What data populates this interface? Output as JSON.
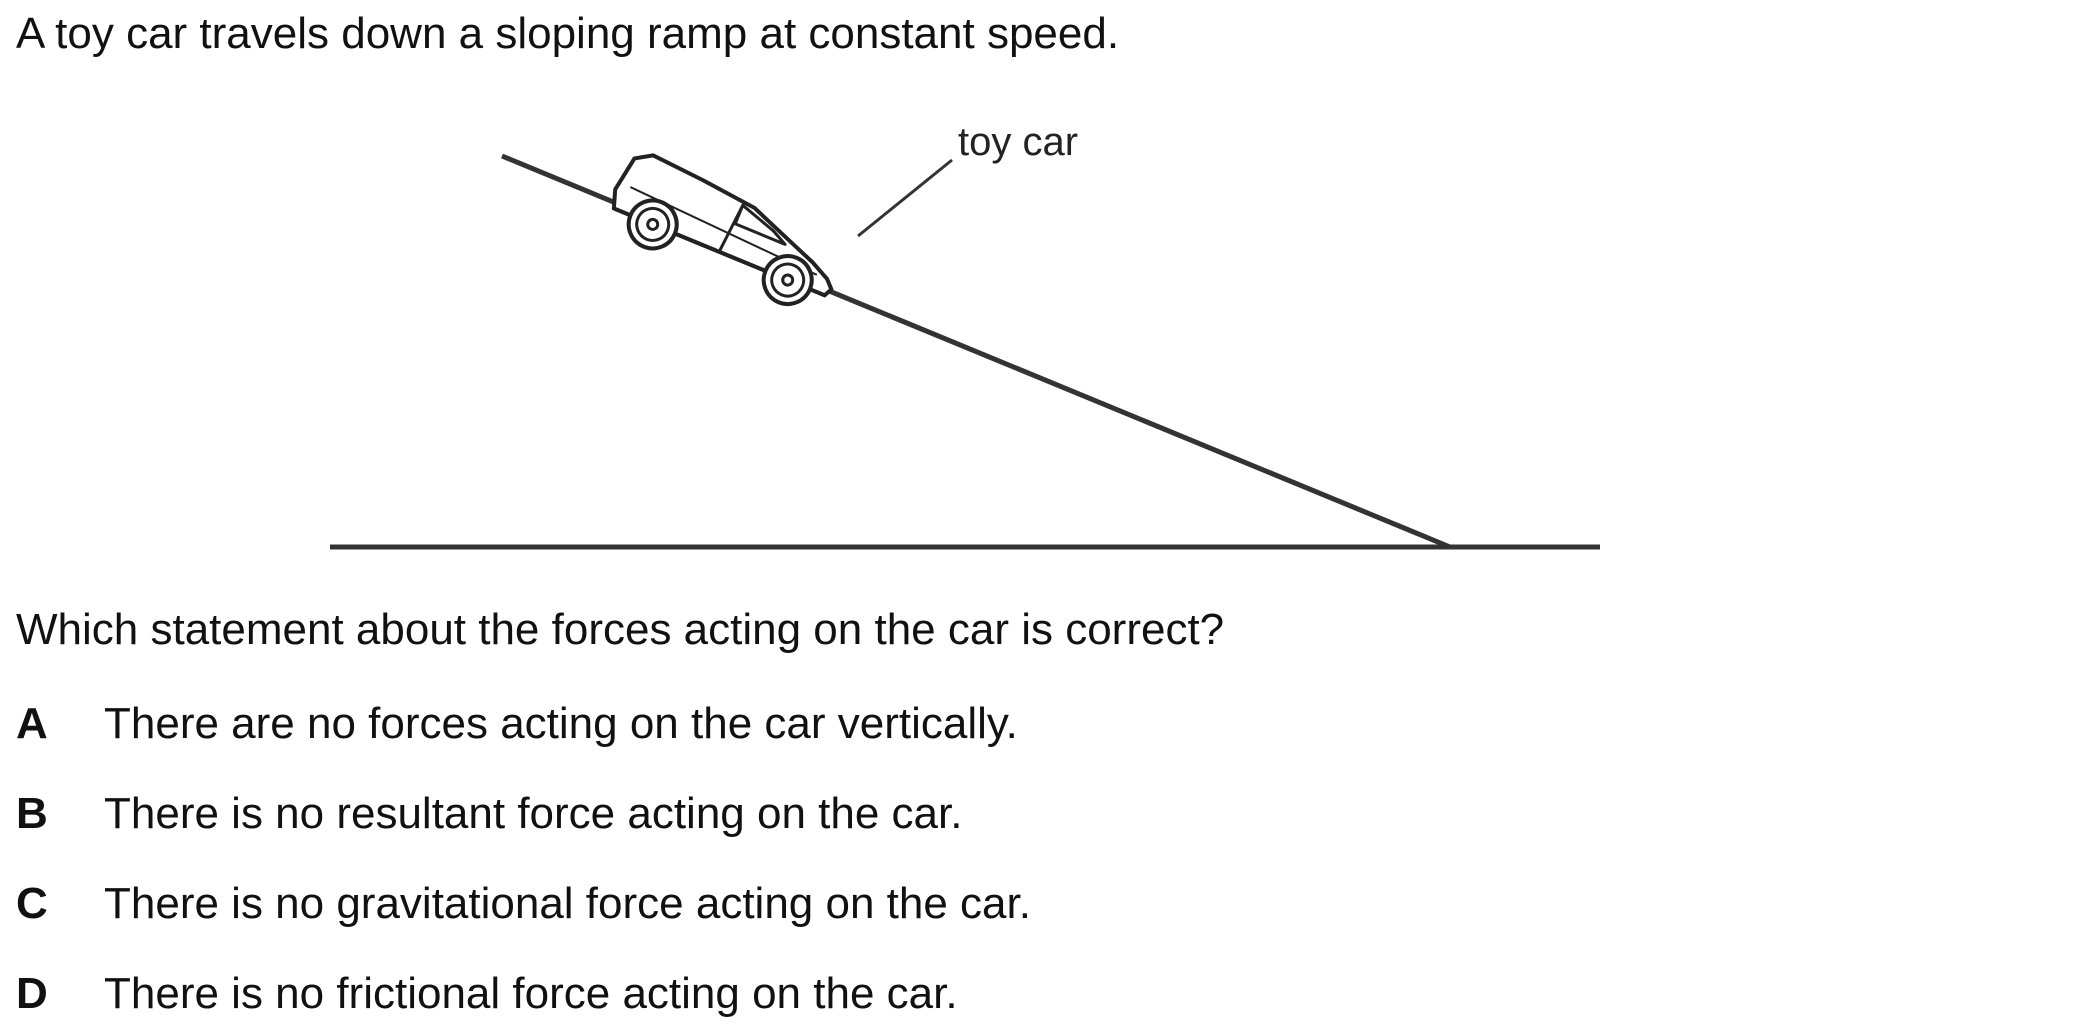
{
  "intro_text": "A toy car travels down a sloping ramp at constant speed.",
  "diagram": {
    "car_label": "toy car"
  },
  "question_text": "Which statement about the forces acting on the car is correct?",
  "options": [
    {
      "letter": "A",
      "text": "There are no forces acting on the car vertically."
    },
    {
      "letter": "B",
      "text": "There is no resultant force acting on the car."
    },
    {
      "letter": "C",
      "text": "There is no gravitational force acting on the car."
    },
    {
      "letter": "D",
      "text": "There is no frictional force acting on the car."
    }
  ]
}
